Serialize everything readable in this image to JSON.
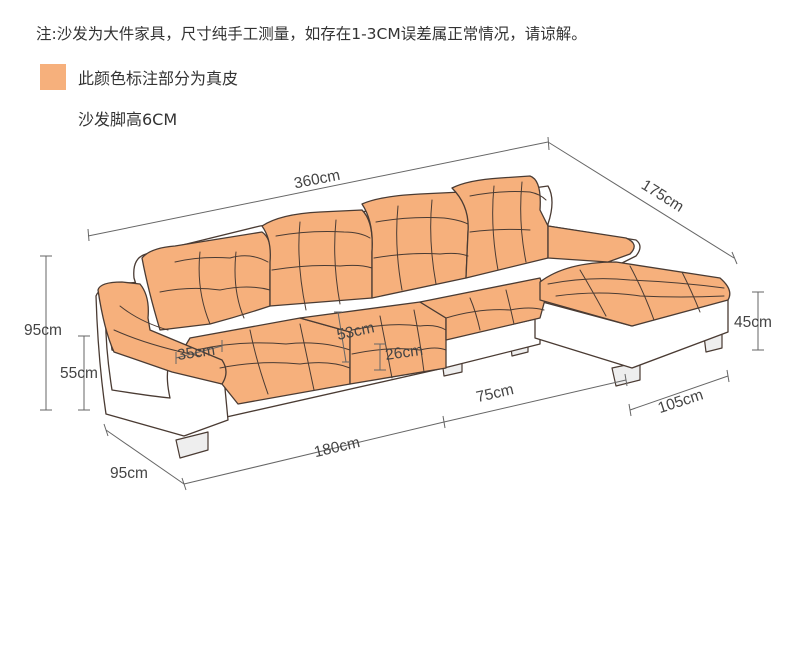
{
  "note": "注:沙发为大件家具，尺寸纯手工测量，如存在1-3CM误差属正常情况，请谅解。",
  "legend": {
    "label": "此颜色标注部分为真皮",
    "color": "#F6B07C"
  },
  "feet_height": "沙发脚高6CM",
  "colors": {
    "leather": "#F6B07C",
    "body": "#FFFFFF",
    "outline": "#4a3b33",
    "dimension_line": "#666666",
    "foot": "#EEEEEE"
  },
  "dimensions": {
    "total_width": "360cm",
    "chaise_length": "175cm",
    "overall_height": "95cm",
    "armrest_height": "55cm",
    "depth": "95cm",
    "main_section_width": "180cm",
    "middle_section_width": "75cm",
    "chaise_width": "105cm",
    "chaise_height": "45cm",
    "armrest_width": "35cm",
    "backrest_height": "53cm",
    "seat_height": "26cm"
  }
}
